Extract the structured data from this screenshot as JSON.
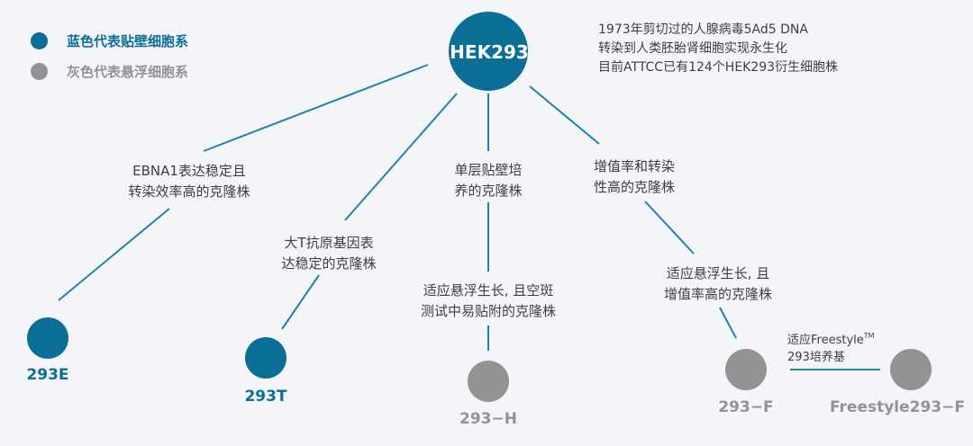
{
  "colors": {
    "adherent": "#0b6e96",
    "suspension": "#939393",
    "line": "#1f83a8"
  },
  "legend": {
    "adherent": "蓝色代表贴壁细胞系",
    "suspension": "灰色代表悬浮细胞系"
  },
  "root": {
    "name": "HEK293",
    "note": [
      "1973年剪切过的人腺病毒5Ad5 DNA",
      "转染到人类胚胎肾细胞实现永生化",
      "目前ATTCC已有124个HEK293衍生细胞株"
    ]
  },
  "branches": {
    "e_label": [
      "EBNA1表达稳定且",
      "转染效率高的克隆株"
    ],
    "t_label": [
      "大T抗原基因表",
      "达稳定的克隆株"
    ],
    "h_label_top": [
      "单层贴壁培",
      "养的克隆株"
    ],
    "h_label_bottom": [
      "适应悬浮生长, 且空斑",
      "测试中易贴附的克隆株"
    ],
    "f_label_top": [
      "增值率和转染",
      "性高的克隆株"
    ],
    "f_label_bottom": [
      "适应悬浮生长, 且",
      "增值率高的克隆株"
    ],
    "freestyle_label": [
      "适应Freestyle",
      "TM",
      "293培养基"
    ]
  },
  "nodes": {
    "e": "293E",
    "t": "293T",
    "h": "293−H",
    "f": "293−F",
    "fs": "Freestyle293−F"
  }
}
